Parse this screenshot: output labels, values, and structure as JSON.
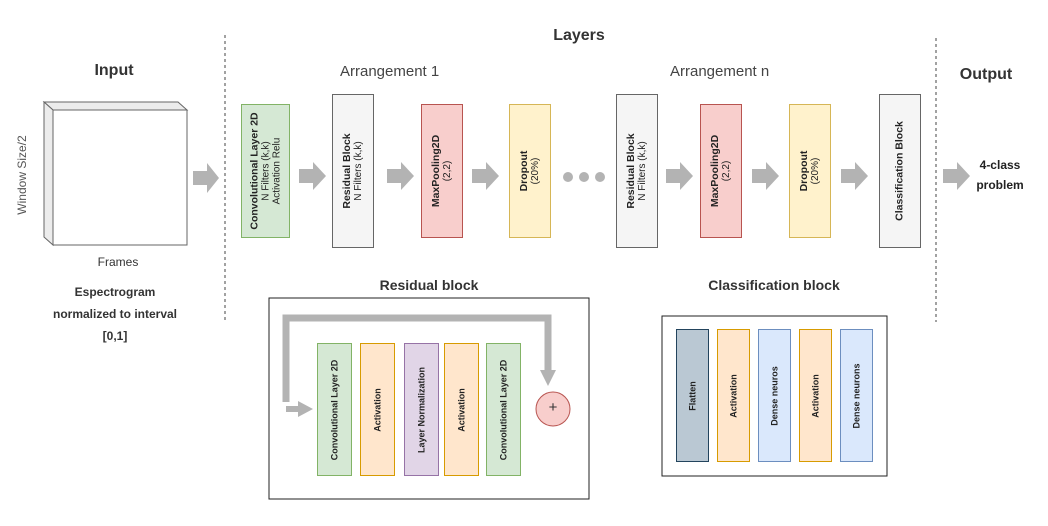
{
  "titles": {
    "input": "Input",
    "layers": "Layers",
    "output": "Output",
    "arrangement_1": "Arrangement 1",
    "arrangement_n": "Arrangement n",
    "residual_block": "Residual block",
    "classification_block": "Classification block"
  },
  "input": {
    "y_label": "Window Size/2",
    "x_label": "Frames",
    "description_line1": "Espectrogram",
    "description_line2": "normalized to interval",
    "description_line3": "[0,1]"
  },
  "pipeline": {
    "conv": {
      "title": "Convolutional Layer 2D",
      "line1": "N Filters (k,k)",
      "line2": "Activation Relu"
    },
    "residual1": {
      "title": "Residual Block",
      "line1": "N Filters (k,k)"
    },
    "maxpool1": {
      "title": "MaxPooling2D",
      "line1": "(2,2)"
    },
    "dropout1": {
      "title": "Dropout",
      "line1": "(20%)"
    },
    "residual2": {
      "title": "Residual Block",
      "line1": "N Filters (k,k)"
    },
    "maxpool2": {
      "title": "MaxPooling2D",
      "line1": "(2,2)"
    },
    "dropout2": {
      "title": "Dropout",
      "line1": "(20%)"
    },
    "classification": {
      "title": "Classification Block"
    }
  },
  "output": {
    "line1": "4-class",
    "line2": "problem"
  },
  "residual_block": {
    "items": [
      "Convolutional Layer 2D",
      "Activation",
      "Layer Normalization",
      "Activation",
      "Convolutional Layer 2D"
    ],
    "add_symbol": "+"
  },
  "classification_block": {
    "items": [
      "Flatten",
      "Activation",
      "Dense neuros",
      "Activation",
      "Dense neurons"
    ]
  },
  "colors": {
    "arrow": "#b3b3b3",
    "conv": "#d5e8d4",
    "residual": "#f5f5f5",
    "maxpool": "#f8cecc",
    "dropout": "#fff2cc",
    "activation": "#ffe6cc",
    "normalization": "#e1d5e7",
    "dense": "#dae8fc",
    "flatten": "#bac8d3"
  }
}
